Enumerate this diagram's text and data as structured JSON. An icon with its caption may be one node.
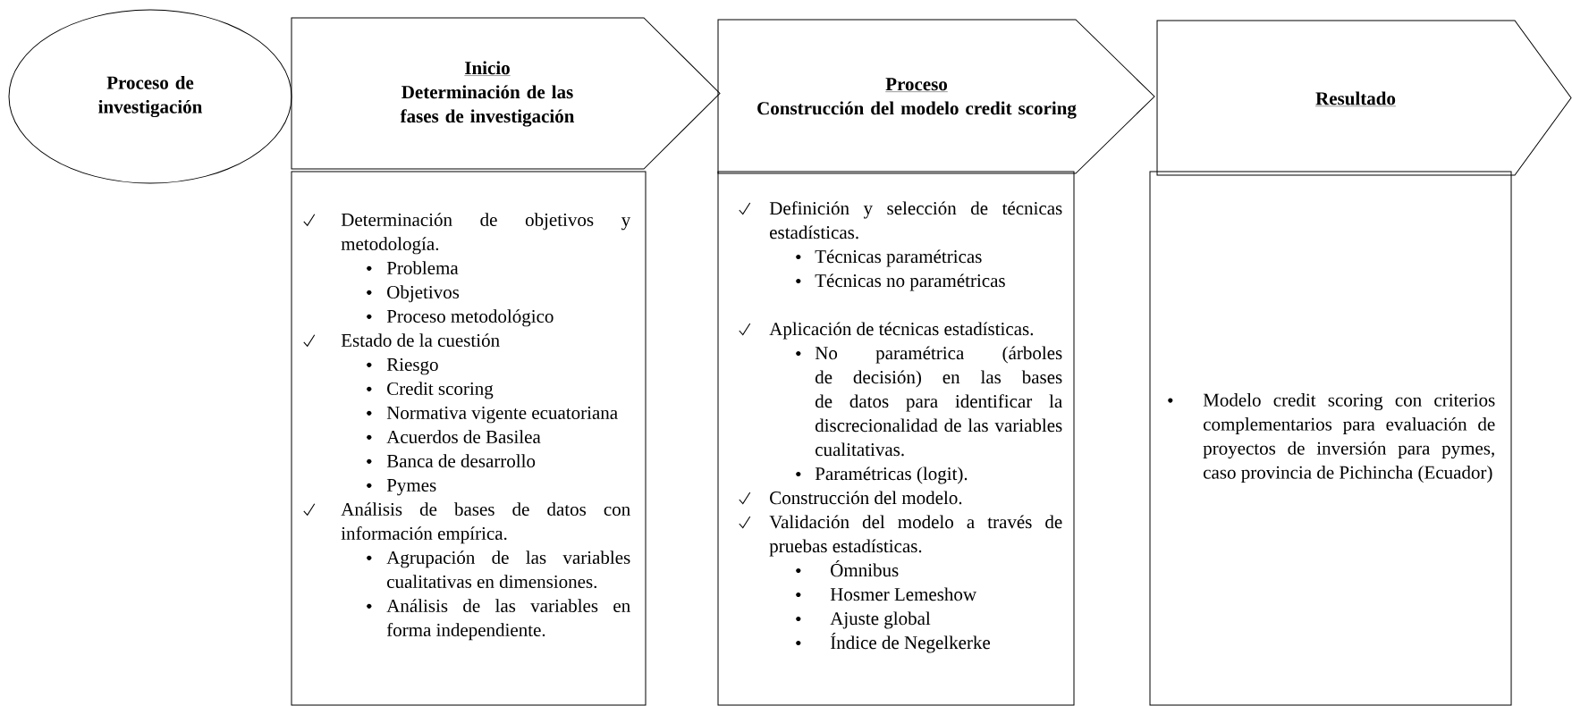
{
  "diagram": {
    "nodes": [
      {
        "text": [
          "Proceso de investigación"
        ]
      },
      {
        "text": [
          "Inicio",
          "Determinación de las fases de investigación"
        ]
      },
      {
        "text": [
          "Determinación de objetivos y metodología.",
          "Problema",
          "Objetivos",
          "Proceso metodológico",
          "Estado de la cuestión",
          "Riesgo",
          "Credit scoring",
          "Normativa vigente ecuatoriana",
          "Acuerdos de Basilea",
          "Banca de desarrollo",
          "Pymes",
          "Análisis de bases de datos con información empírica.",
          "Agrupación de las variables cualitativas en dimensiones.",
          "Análisis de las variables en forma independiente."
        ]
      },
      {
        "text": [
          "Proceso",
          "Construcción del modelo credit scoring"
        ]
      },
      {
        "text": [
          "Definición y selección de técnicas estadísticas.",
          "Técnicas paramétricas",
          "Técnicas no paramétricas",
          "Aplicación de técnicas estadísticas.",
          "No paramétrica (árboles de decisión) en las bases de datos para identificar la discrecionalidad de las variables cualitativas.",
          "Paramétricas (logit).",
          "Construcción del modelo.",
          "Validación del modelo a través de pruebas estadísticas.",
          "Ómnibus",
          "Hosmer Lemeshow",
          "Ajuste global",
          "Índice de Negelkerke"
        ]
      },
      {
        "text": [
          "Resultado"
        ]
      },
      {
        "text": [
          "Modelo credit scoring con criterios complementarios para evaluación de proyectos de inversión para pymes, caso provincia de Pichincha (Ecuador)"
        ]
      }
    ]
  }
}
